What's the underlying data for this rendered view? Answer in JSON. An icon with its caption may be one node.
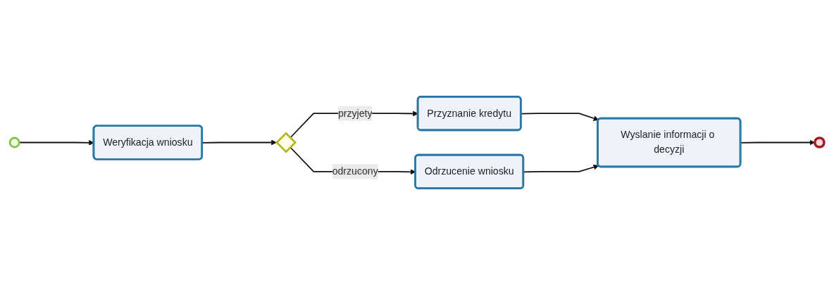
{
  "diagram": {
    "nodes": [
      {
        "text": [],
        "shape": "circle"
      },
      {
        "text": [
          "Weryfikacja wniosku"
        ]
      },
      {
        "text": [],
        "shape": "diamond"
      },
      {
        "text": [
          "Przyznanie kredytu"
        ]
      },
      {
        "text": [
          "Odrzucenie wniosku"
        ]
      },
      {
        "text": [
          "Wyslanie informacji o decyzji"
        ]
      },
      {
        "text": [],
        "shape": "circle"
      }
    ],
    "edges": [
      {
        "from": 0,
        "to": 1,
        "arrow": "to"
      },
      {
        "from": 1,
        "to": 2,
        "arrow": "to"
      },
      {
        "from": 2,
        "to": 3,
        "label": "przyjety",
        "arrow": "to"
      },
      {
        "from": 2,
        "to": 4,
        "label": "odrzucony",
        "arrow": "to"
      },
      {
        "from": 3,
        "to": 5,
        "arrow": "to"
      },
      {
        "from": 4,
        "to": 5,
        "arrow": "to"
      },
      {
        "from": 5,
        "to": 6,
        "arrow": "to"
      }
    ]
  }
}
